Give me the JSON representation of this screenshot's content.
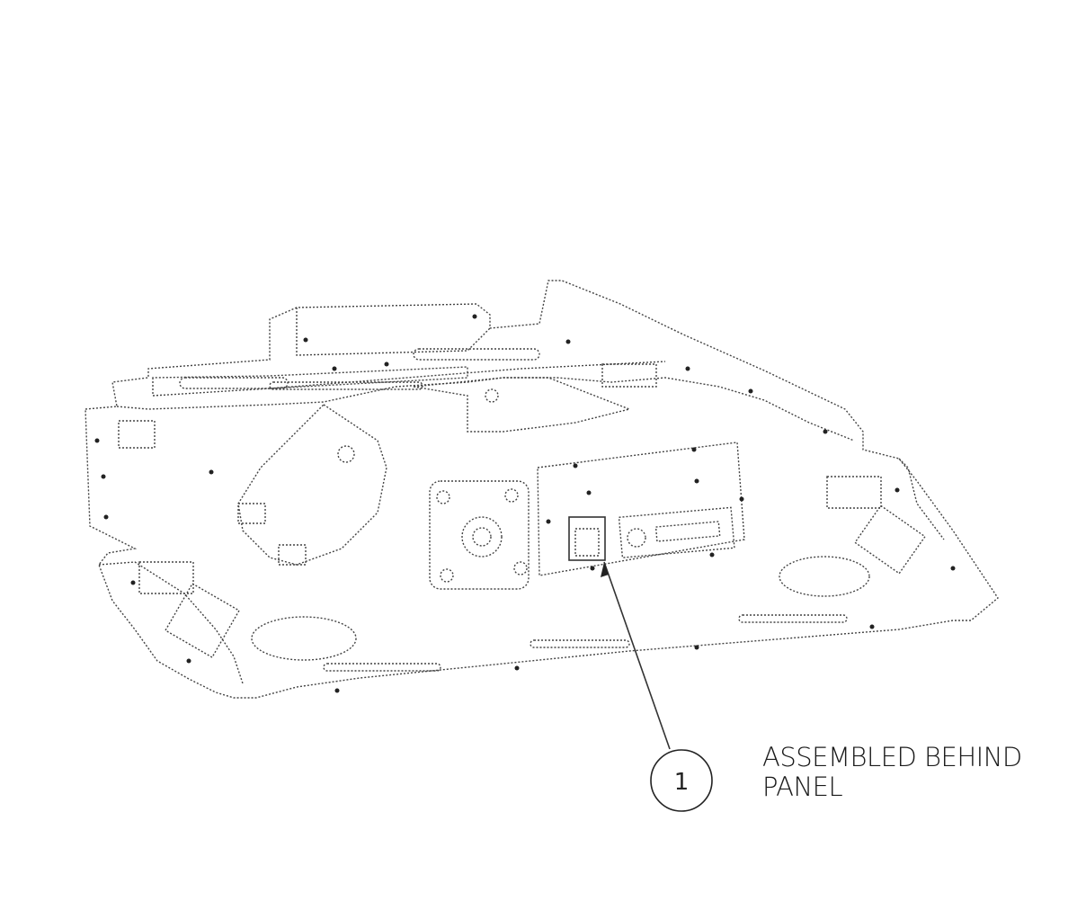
{
  "callout": {
    "number": "1",
    "note_line1": "ASSEMBLED BEHIND",
    "note_line2": "PANEL"
  },
  "colors": {
    "line": "#333333",
    "background": "#ffffff"
  }
}
